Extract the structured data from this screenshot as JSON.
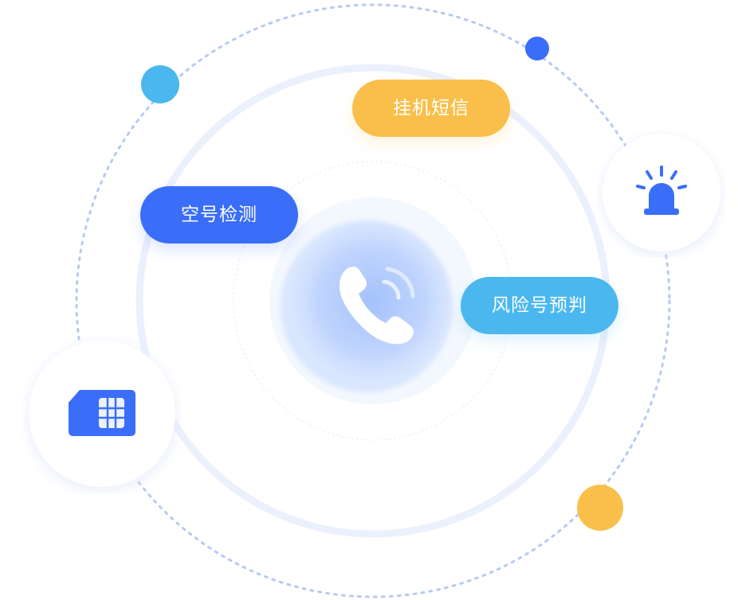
{
  "labels": {
    "empty_number_detection": "空号检测",
    "hangup_sms": "挂机短信",
    "risk_number_prediction": "风险号预判"
  },
  "icons": {
    "center": "phone-call-icon",
    "left_node": "sim-card-icon",
    "right_node": "alarm-siren-icon"
  },
  "colors": {
    "primary_blue": "#3a6ef8",
    "accent_yellow": "#f9bf4a",
    "accent_cyan": "#4ab8ee",
    "ring_light": "#ebf0fd",
    "dotted_orbit": "#b8c9f6"
  }
}
